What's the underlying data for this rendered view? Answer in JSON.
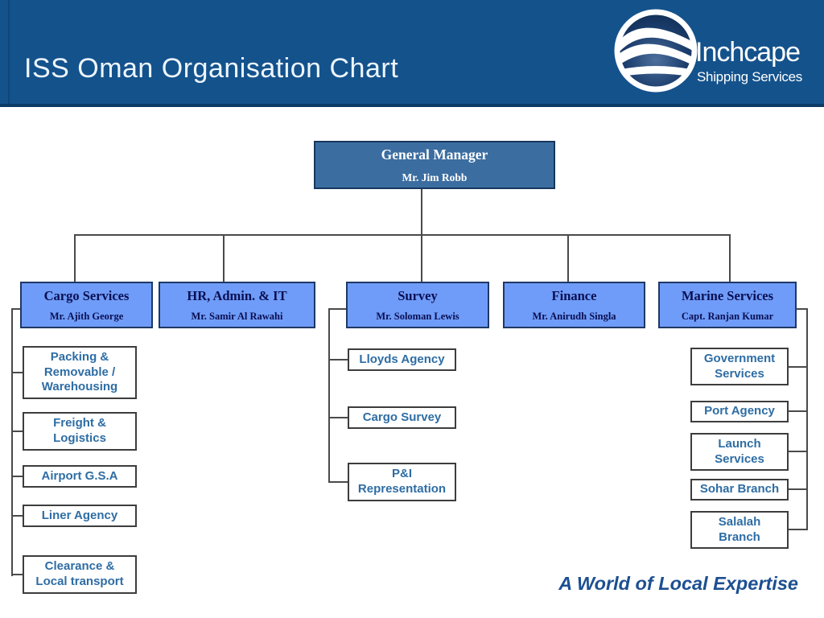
{
  "header": {
    "title": "ISS Oman Organisation Chart",
    "logo": {
      "brand": "Inchcape",
      "tagline": "Shipping Services"
    }
  },
  "chart": {
    "root": {
      "title": "General Manager",
      "name": "Mr. Jim Robb"
    },
    "departments": [
      {
        "title": "Cargo Services",
        "name": "Mr. Ajith George",
        "children": [
          "Packing & Removable / Warehousing",
          "Freight & Logistics",
          "Airport G.S.A",
          "Liner Agency",
          "Clearance & Local transport"
        ]
      },
      {
        "title": "HR, Admin. & IT",
        "name": "Mr. Samir Al Rawahi",
        "children": []
      },
      {
        "title": "Survey",
        "name": "Mr. Soloman Lewis",
        "children": [
          "Lloyds Agency",
          "Cargo Survey",
          "P&I Representation"
        ]
      },
      {
        "title": "Finance",
        "name": "Mr. Anirudh Singla",
        "children": []
      },
      {
        "title": "Marine Services",
        "name": "Capt. Ranjan Kumar",
        "children": [
          "Government Services",
          "Port Agency",
          "Launch Services",
          "Sohar Branch",
          "Salalah Branch"
        ]
      }
    ]
  },
  "footer": {
    "tagline": "A World of Local Expertise"
  },
  "colors": {
    "header_bg": "#14528c",
    "header_border": "#0c3a66",
    "root_box_fill": "#3b6da0",
    "root_box_border": "#17375e",
    "dept_fill": "#6f9cf8",
    "dept_border": "#1f3864",
    "dept_text": "#0a0f52",
    "child_text": "#2e6da4",
    "child_border": "#3d3d3d",
    "connector": "#4a4a4a",
    "footer_text": "#1d4f91"
  }
}
